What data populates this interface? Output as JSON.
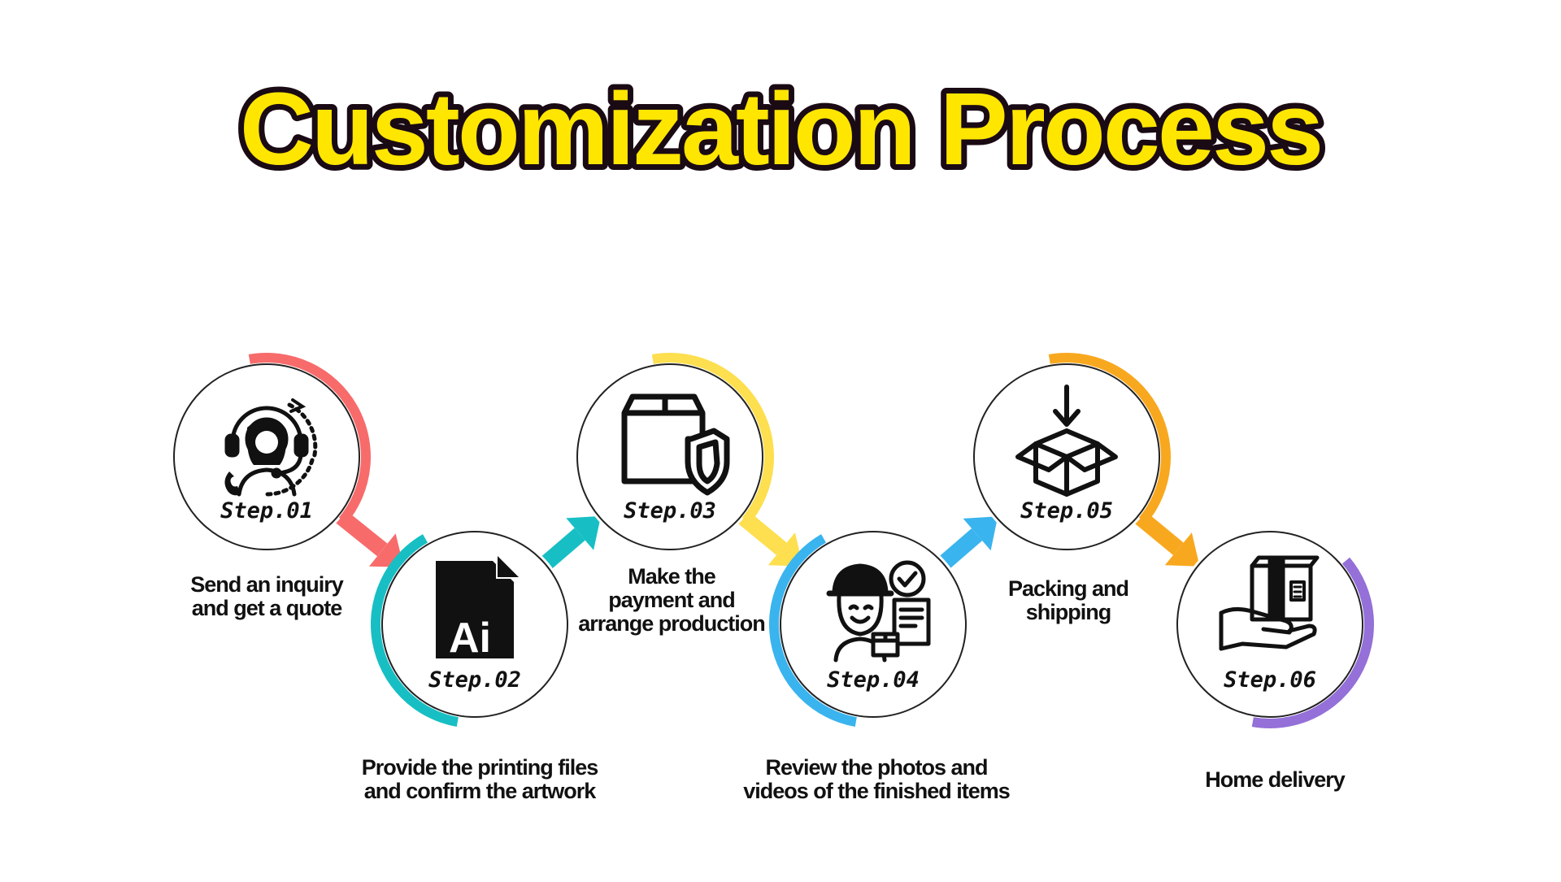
{
  "title": "Customization Process",
  "colors": {
    "title_fill": "#ffe600",
    "title_stroke": "#1a0a14",
    "ring_outline": "#222222",
    "text": "#111111"
  },
  "steps": [
    {
      "label": "Step.01",
      "description": "Send an inquiry\nand get a quote",
      "color": "#f76b6b",
      "icon": "customer-service-headset-icon"
    },
    {
      "label": "Step.02",
      "description": "Provide the printing files\nand confirm the artwork",
      "color": "#17bfc4",
      "icon": "ai-file-icon"
    },
    {
      "label": "Step.03",
      "description": "Make the\npayment and\narrange production",
      "color": "#fddf4f",
      "icon": "box-shield-icon"
    },
    {
      "label": "Step.04",
      "description": "Review the photos and\nvideos of the finished items",
      "color": "#3ab4ee",
      "icon": "worker-inspection-icon"
    },
    {
      "label": "Step.05",
      "description": "Packing and\nshipping",
      "color": "#f8a81f",
      "icon": "open-box-arrow-icon"
    },
    {
      "label": "Step.06",
      "description": "Home delivery",
      "color": "#9470d8",
      "icon": "hand-holding-package-icon"
    }
  ]
}
